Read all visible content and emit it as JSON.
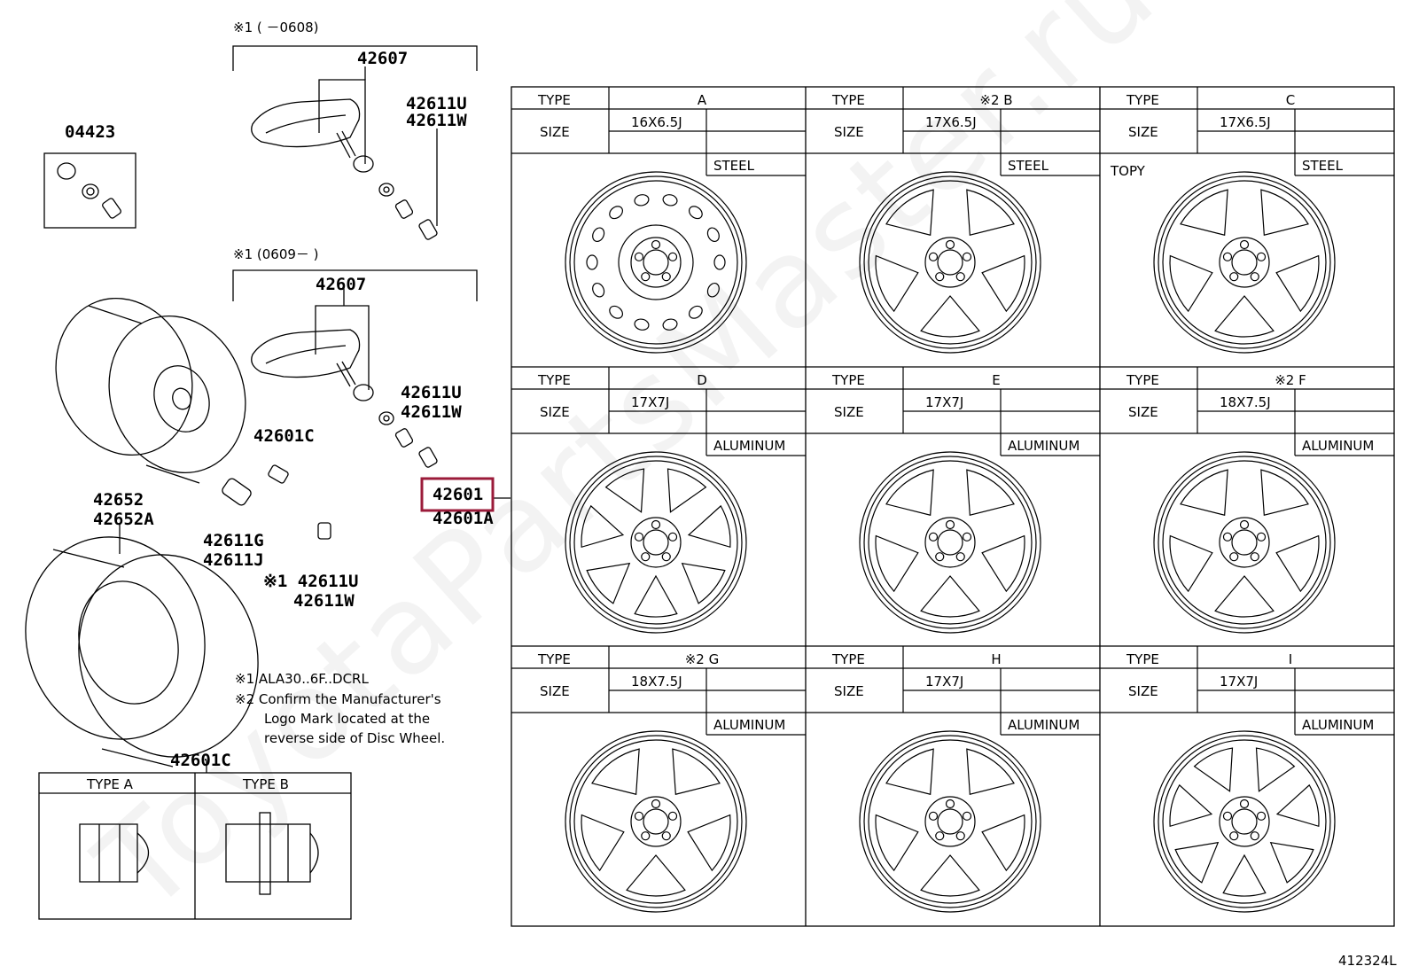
{
  "watermark": "ToyotaPartsMaster.ru",
  "diagram_id": "412324L",
  "left_panel": {
    "group1_note": "※1 (      －0608)",
    "group2_note": "※1 (0609－      )",
    "group1_assembly": "42607",
    "group1_valve_top": "42611U",
    "group1_valve_bottom": "42611W",
    "group2_assembly": "42607",
    "group2_valve_top": "42611U",
    "group2_valve_bottom": "42611W",
    "nut_kit": "04423",
    "valve_core": "42601C",
    "valve_stem_top": "42611G",
    "valve_stem_bottom": "42611J",
    "cap_note_top": "※1 42611U",
    "cap_note_bottom": "42611W",
    "tire_top": "42652",
    "tire_bottom": "42652A",
    "wheel_highlighted": "42601",
    "wheel_alt": "42601A",
    "nut_label": "42601C",
    "footnote_1": "※1 ALA30..6F..DCRL",
    "footnote_2_line1": "※2 Confirm the Manufacturer's",
    "footnote_2_line2": "Logo Mark located at the",
    "footnote_2_line3": "reverse side of Disc Wheel.",
    "nut_type_a": "TYPE A",
    "nut_type_b": "TYPE B"
  },
  "table": {
    "type_label": "TYPE",
    "size_label": "SIZE",
    "wheels": [
      {
        "type": "A",
        "size": "16X6.5J",
        "material": "STEEL"
      },
      {
        "type": "※2  B",
        "size": "17X6.5J",
        "material": "STEEL"
      },
      {
        "type": "C",
        "size": "17X6.5J",
        "material": "STEEL",
        "logo": "TOPY"
      },
      {
        "type": "D",
        "size": "17X7J",
        "material": "ALUMINUM"
      },
      {
        "type": "E",
        "size": "17X7J",
        "material": "ALUMINUM"
      },
      {
        "type": "※2  F",
        "size": "18X7.5J",
        "material": "ALUMINUM"
      },
      {
        "type": "※2  G",
        "size": "18X7.5J",
        "material": "ALUMINUM"
      },
      {
        "type": "H",
        "size": "17X7J",
        "material": "ALUMINUM"
      },
      {
        "type": "I",
        "size": "17X7J",
        "material": "ALUMINUM"
      }
    ]
  },
  "colors": {
    "highlight": "#9b1b3a",
    "line": "#000000"
  }
}
